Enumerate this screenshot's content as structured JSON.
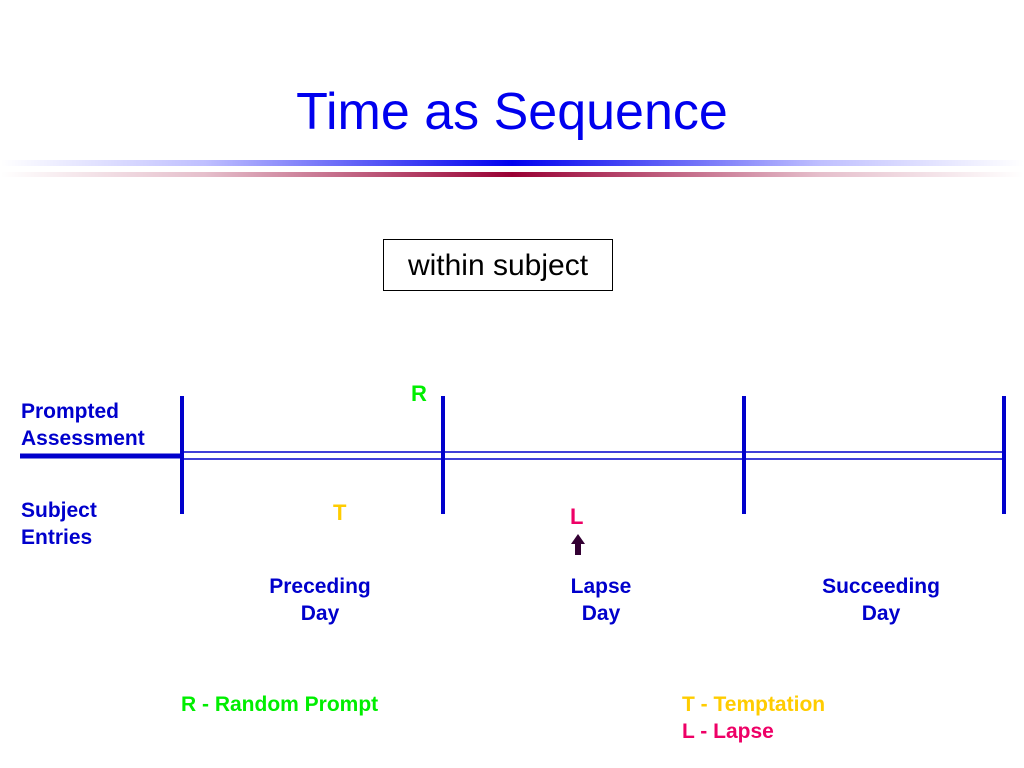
{
  "slide": {
    "title": "Time as Sequence",
    "box_label": "within subject"
  },
  "rows": {
    "prompted_line1": "Prompted",
    "prompted_line2": "Assessment",
    "subject_line1": "Subject",
    "subject_line2": "Entries"
  },
  "days": {
    "preceding_line1": "Preceding",
    "preceding_line2": "Day",
    "lapse_line1": "Lapse",
    "lapse_line2": "Day",
    "succeeding_line1": "Succeeding",
    "succeeding_line2": "Day"
  },
  "markers": {
    "random": "R",
    "temptation": "T",
    "lapse": "L"
  },
  "legend": {
    "random": "R - Random Prompt",
    "temptation": "T - Temptation",
    "lapse": "L - Lapse"
  },
  "colors": {
    "title": "#0000ee",
    "timeline": "#0000cc",
    "random": "#00ee00",
    "temptation": "#ffcc00",
    "lapse": "#ee0066",
    "arrow": "#330033"
  }
}
